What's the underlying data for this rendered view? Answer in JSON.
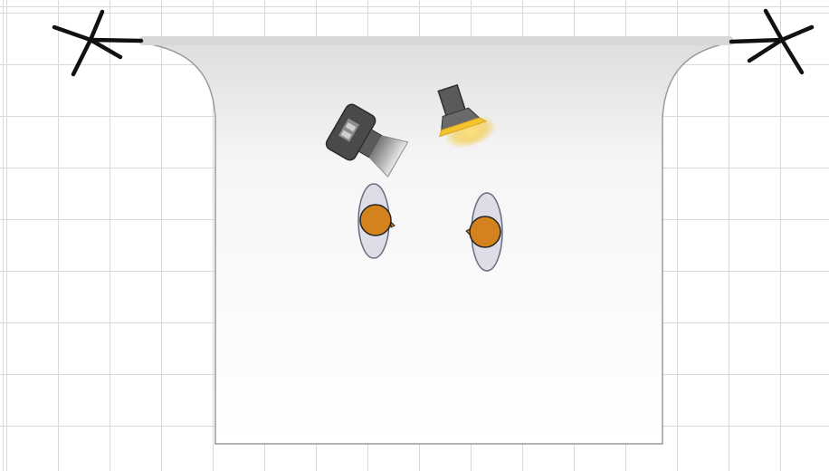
{
  "diagram": {
    "type": "studio-lighting-setup",
    "colors": {
      "background": "#ffffff",
      "grid": "#d9d9d9",
      "backdrop_edge": "#9a9a9a",
      "backdrop_bar": "#d7d7d7",
      "light_stand": "#111111",
      "camera_body": "#4a4a4a",
      "light_head": "#5a5a5a",
      "light_glow": "#f4c430",
      "person_head": "#d4821e",
      "person_shoulders": "#dddde8"
    },
    "elements": [
      {
        "name": "left-light-stand",
        "icon": "light-stand-icon"
      },
      {
        "name": "right-light-stand",
        "icon": "light-stand-icon"
      },
      {
        "name": "backdrop-sweep",
        "icon": "paper-backdrop-icon"
      },
      {
        "name": "camera",
        "icon": "camera-icon"
      },
      {
        "name": "key-light",
        "icon": "strobe-light-icon"
      },
      {
        "name": "subject-1",
        "icon": "person-top-view-icon"
      },
      {
        "name": "subject-2",
        "icon": "person-top-view-icon"
      }
    ]
  }
}
